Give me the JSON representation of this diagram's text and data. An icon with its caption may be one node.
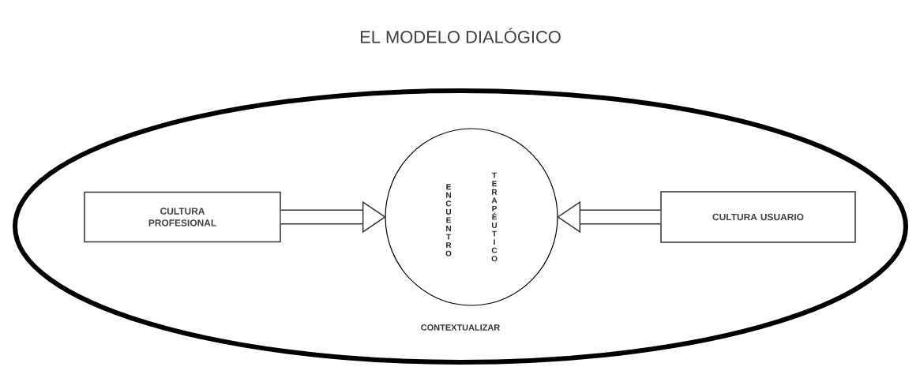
{
  "diagram": {
    "title": "EL MODELO DIALÓGICO",
    "nodes": [
      {
        "text": [
          "CONTEXTUALIZAR"
        ]
      },
      {
        "text": [
          "CULTURA PROFESIONAL"
        ],
        "in": 0
      },
      {
        "text": [
          "ENCUENTRO",
          "TERAPÉUTICO"
        ],
        "in": 0
      },
      {
        "text": [
          "CULTURA USUARIO"
        ],
        "in": 0
      }
    ],
    "edges": [
      {
        "from": 1,
        "to": 2,
        "arrow": "to"
      },
      {
        "from": 3,
        "to": 2,
        "arrow": "to"
      }
    ]
  }
}
